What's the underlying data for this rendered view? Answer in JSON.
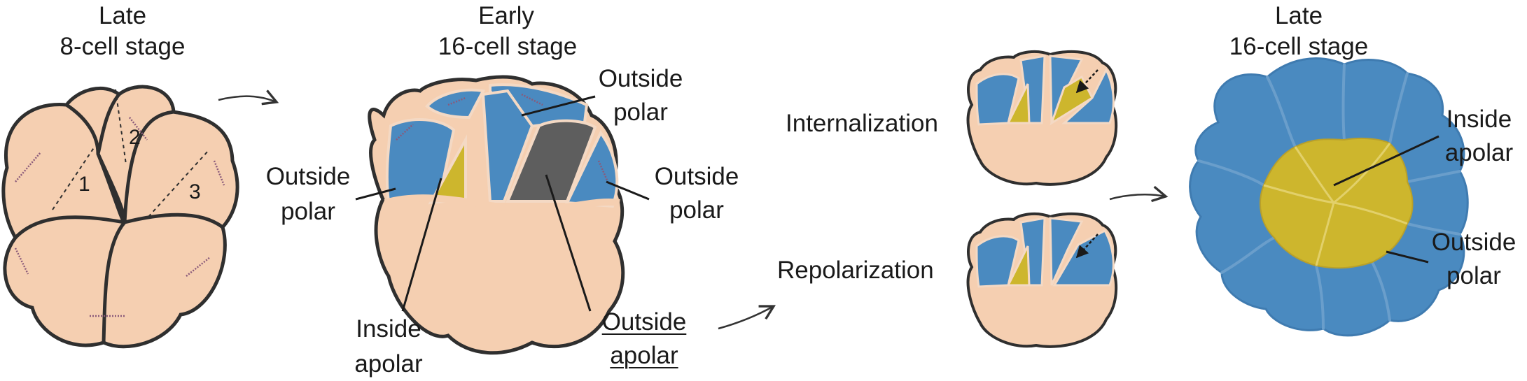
{
  "stages": {
    "late8": {
      "line1": "Late",
      "line2": "8-cell stage",
      "cell_numbers": [
        "1",
        "2",
        "3"
      ]
    },
    "early16": {
      "line1": "Early",
      "line2": "16-cell stage"
    },
    "late16": {
      "line1": "Late",
      "line2": "16-cell stage"
    }
  },
  "early16_labels": {
    "outside_polar_top": [
      "Outside",
      "polar"
    ],
    "outside_polar_left": [
      "Outside",
      "polar"
    ],
    "outside_polar_right": [
      "Outside",
      "polar"
    ],
    "inside_apolar": [
      "Inside",
      "apolar"
    ],
    "outside_apolar": [
      "Outside",
      "apolar"
    ]
  },
  "mechanisms": {
    "internalization": "Internalization",
    "repolarization": "Repolarization"
  },
  "late16_labels": {
    "inside_apolar": [
      "Inside",
      "apolar"
    ],
    "outside_polar": [
      "Outside",
      "polar"
    ]
  },
  "colors": {
    "cell_fill": "#f5cfb1",
    "cell_outline": "#2f2f2f",
    "outside_polar": "#4a8ac0",
    "inside_apolar": "#cdb62d",
    "outside_apolar": "#5e5e5e",
    "cell_junction": "#f4d9c4"
  },
  "icons": [
    "arrow-icon",
    "dashed-arrow-icon",
    "spindle-icon"
  ]
}
